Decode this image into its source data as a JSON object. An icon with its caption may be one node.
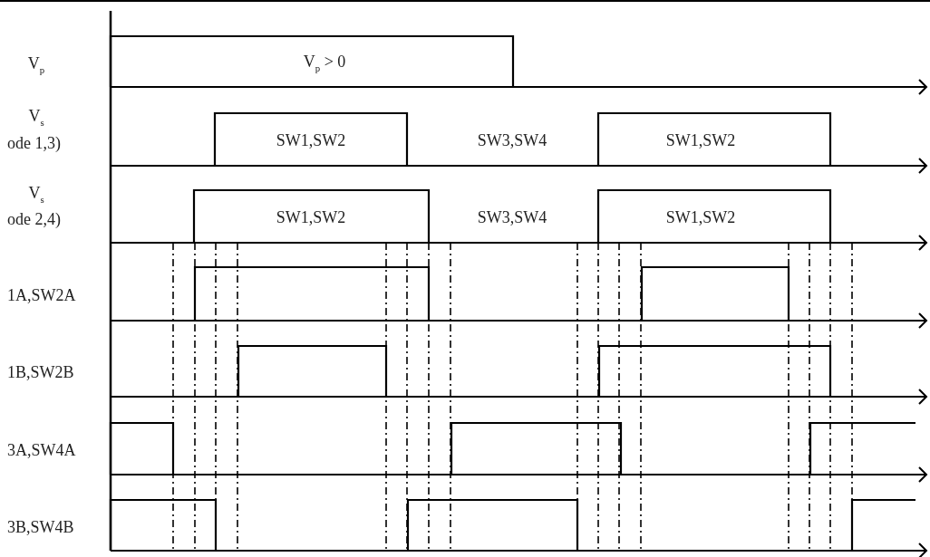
{
  "diagram": {
    "labels": [
      "V$_{p}$",
      "V$_{p}$ > 0",
      "V$_{s}$",
      "ode 1,3)",
      "SW1,SW2",
      "SW3,SW4",
      "SW1,SW2",
      "V$_{s}$",
      "ode 2,4)",
      "SW1,SW2",
      "SW3,SW4",
      "SW1,SW2",
      "1A,SW2A",
      "1B,SW2B",
      "3A,SW4A",
      "3B,SW4B"
    ]
  }
}
